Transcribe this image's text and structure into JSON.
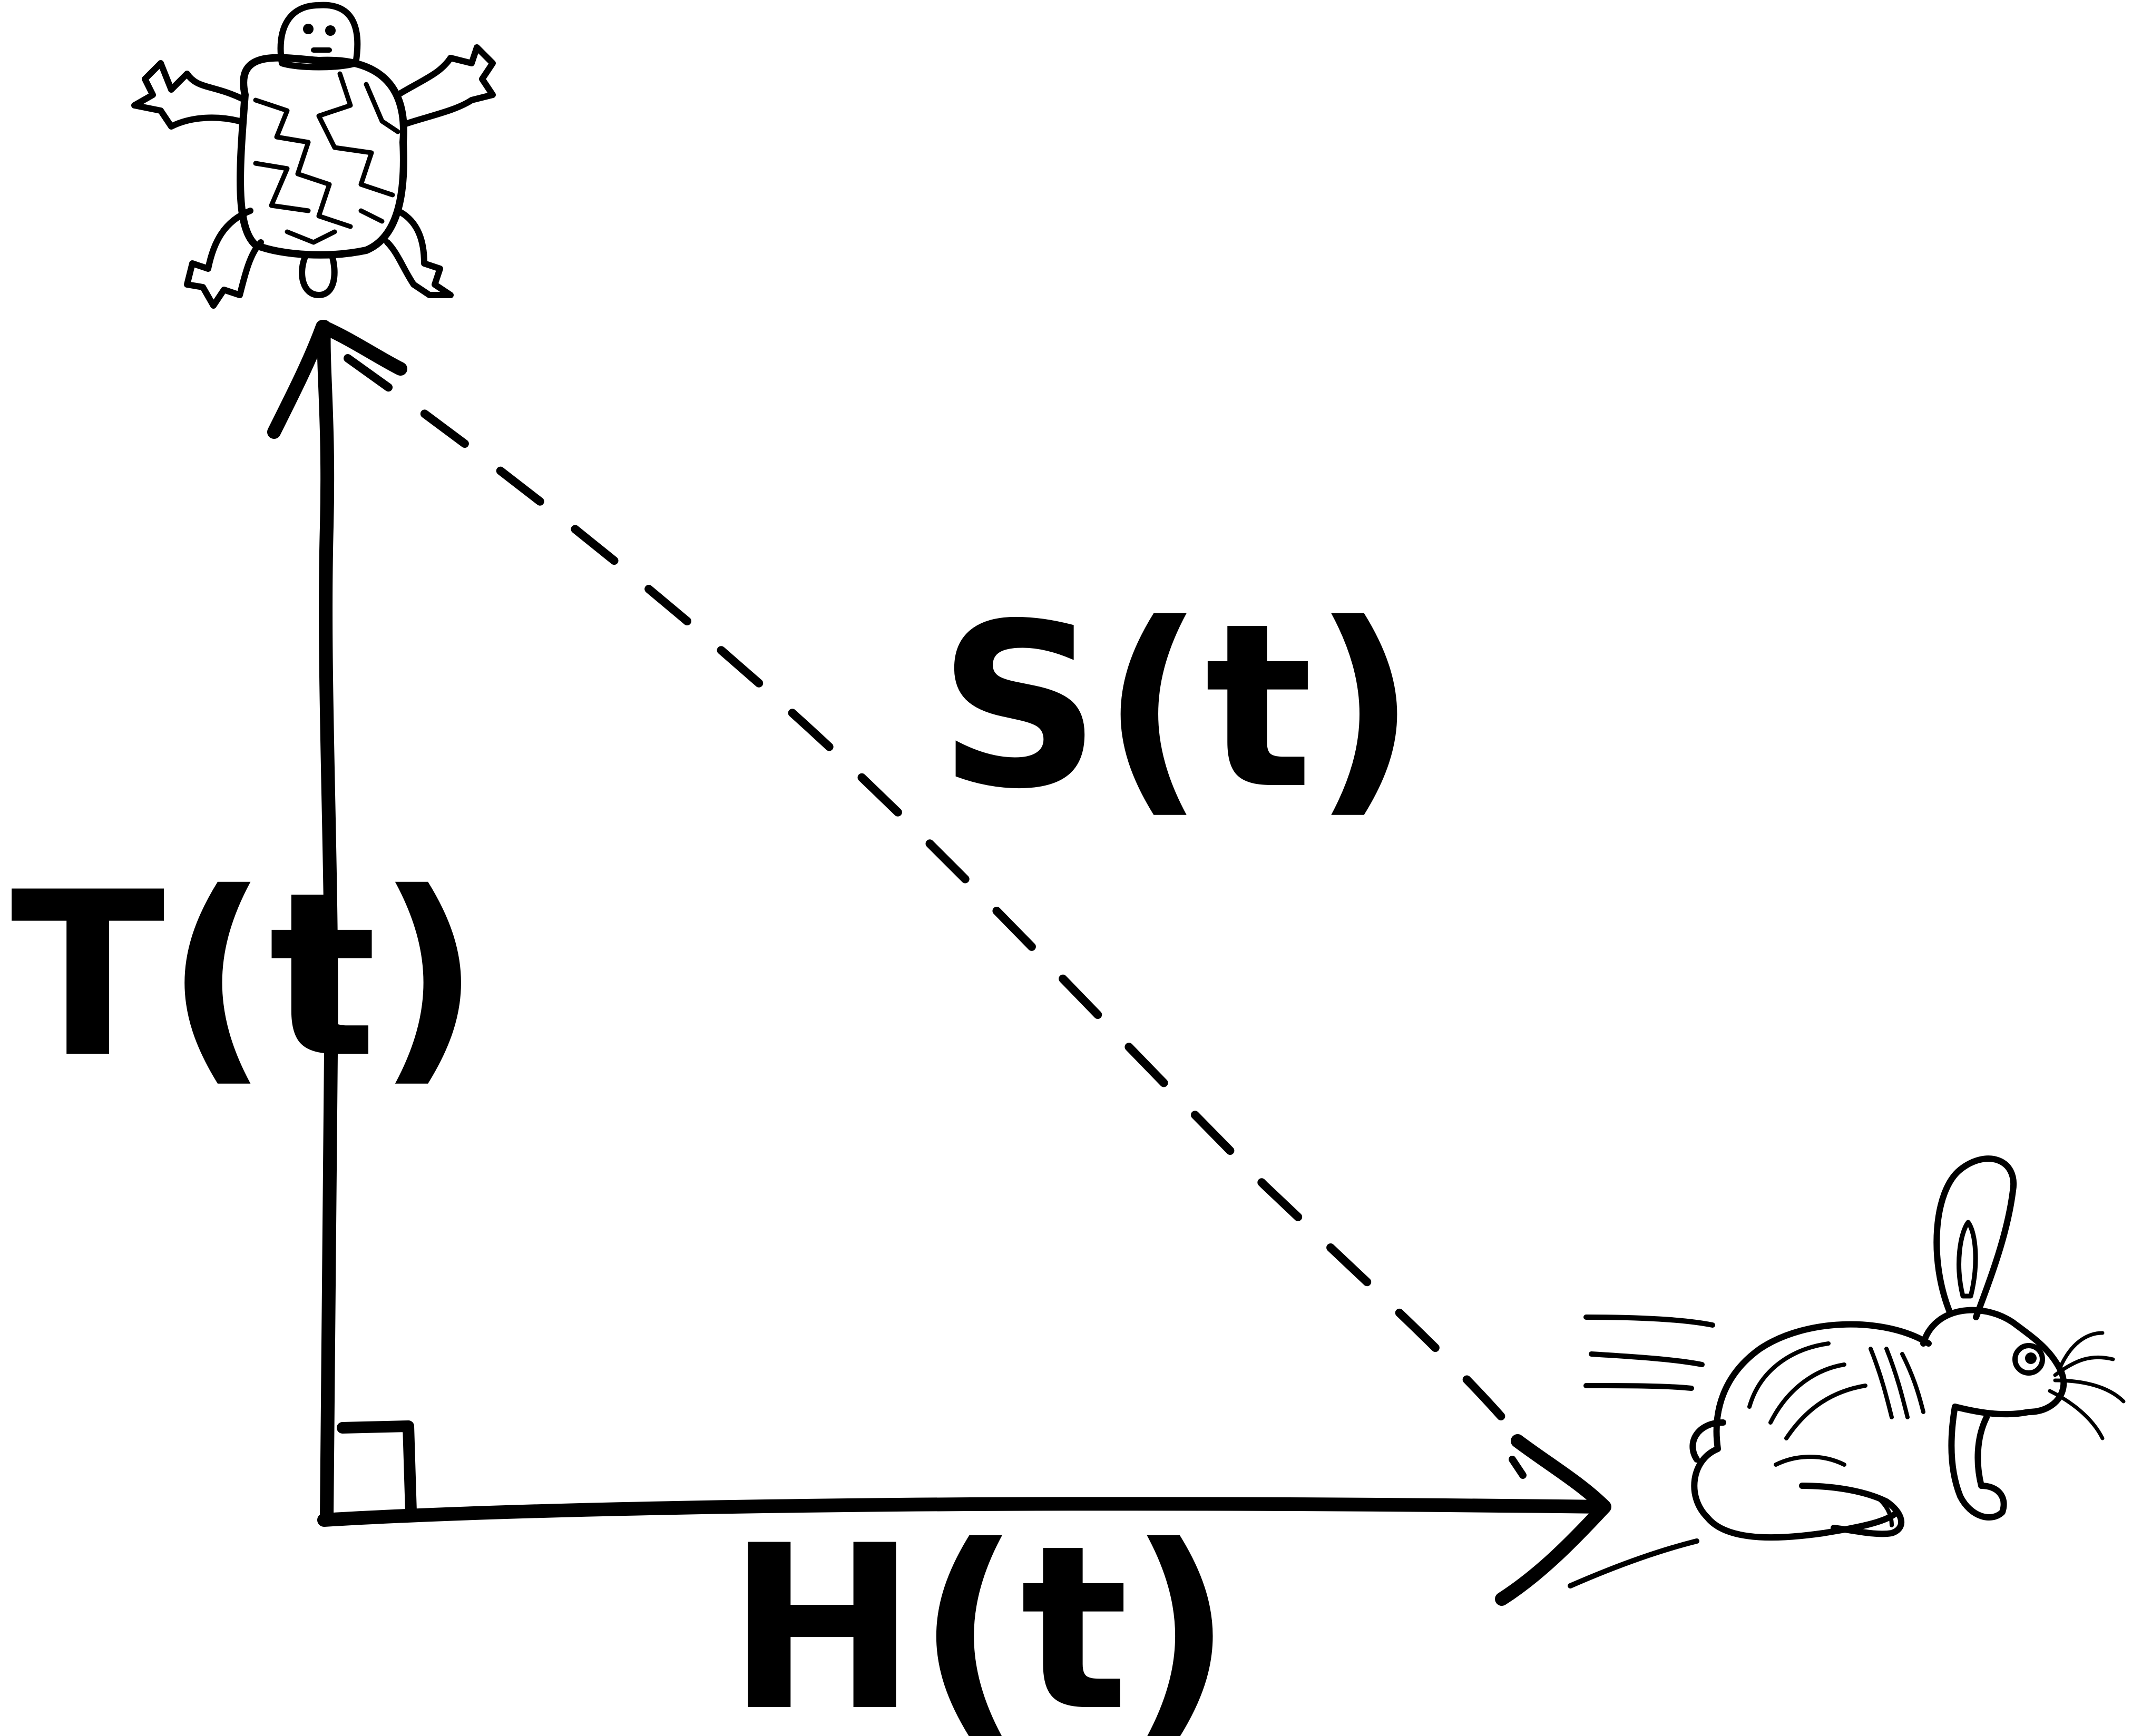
{
  "labels": {
    "vertical": "T(t)",
    "hypotenuse": "S(t)",
    "horizontal": "H(t)"
  },
  "figures": {
    "top": "turtle-icon",
    "right": "rabbit-icon"
  },
  "colors": {
    "ink": "#000000",
    "background": "#ffffff"
  }
}
